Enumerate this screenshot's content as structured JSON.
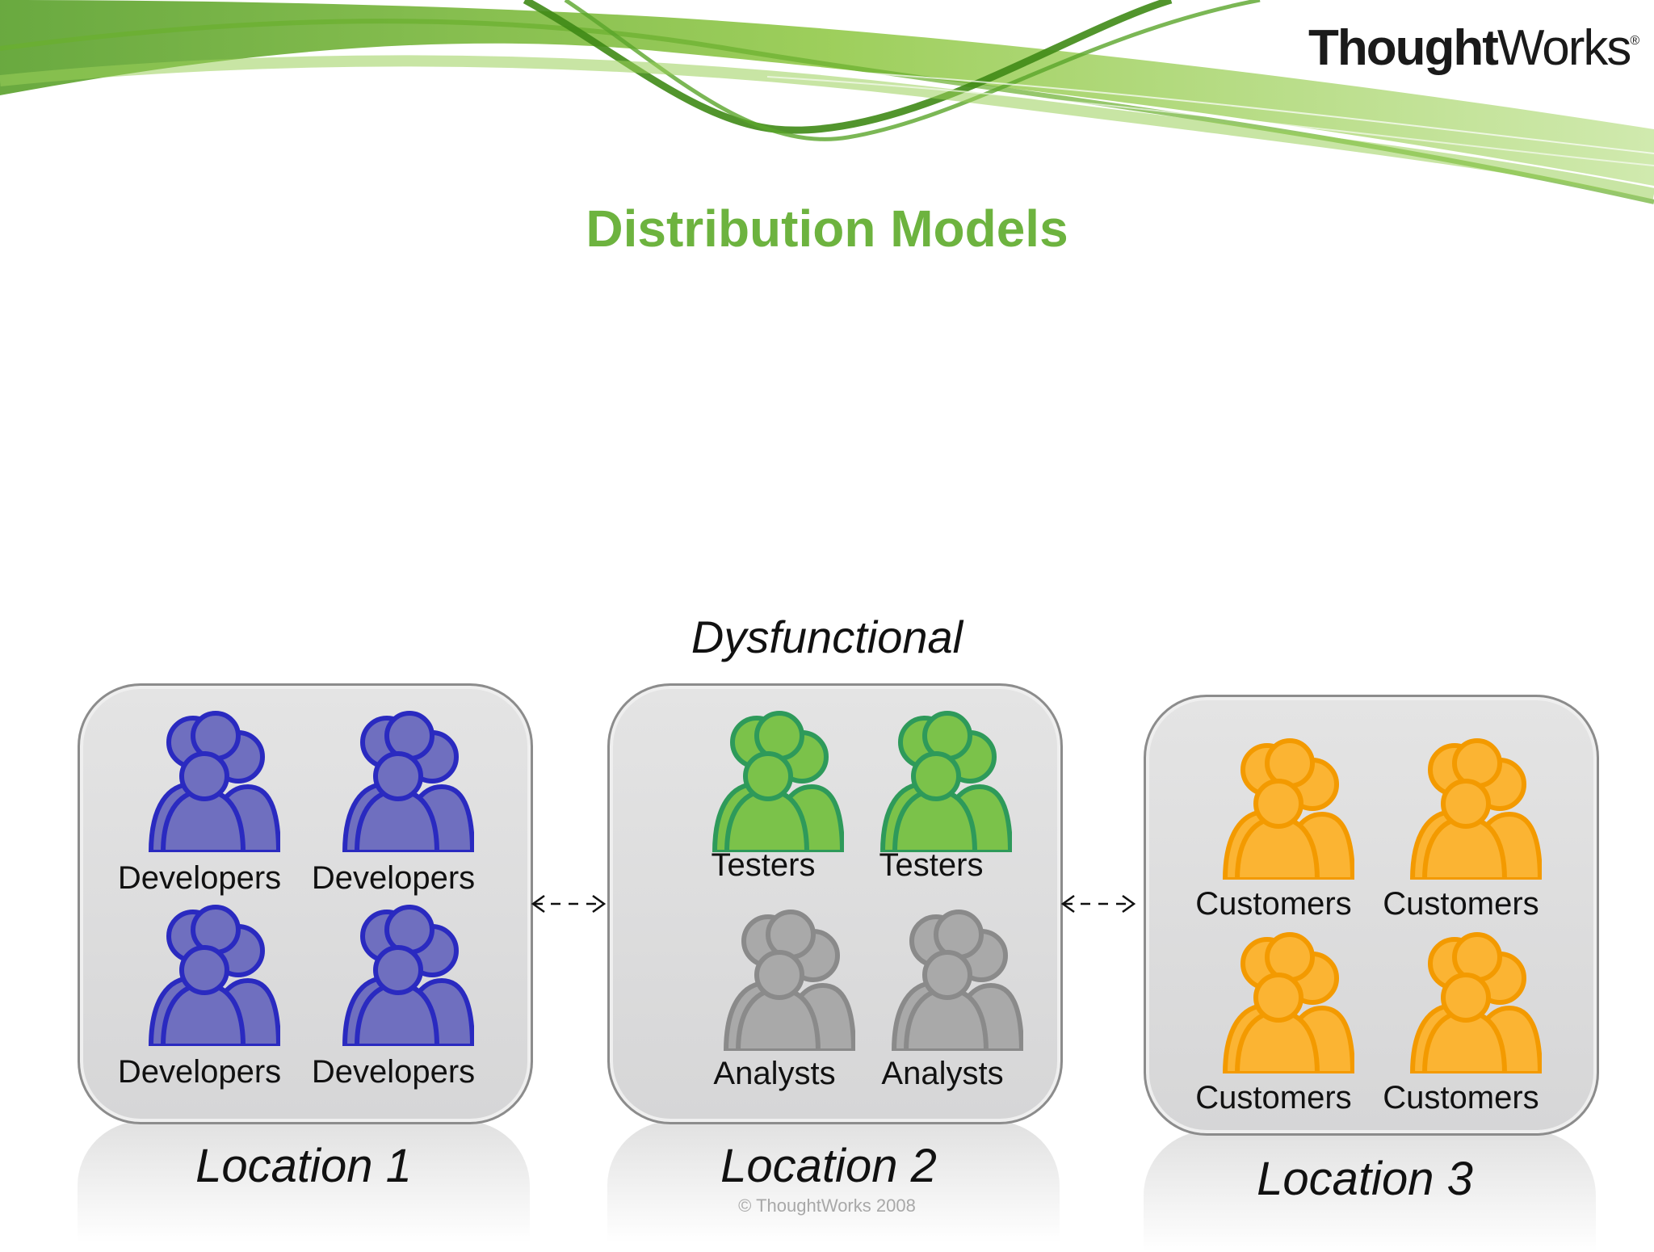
{
  "brand": {
    "logo_bold": "Thought",
    "logo_light": "Works",
    "registered": "®"
  },
  "slide": {
    "title": "Distribution Models",
    "subtitle": "Dysfunctional",
    "copyright": "© ThoughtWorks 2008"
  },
  "colors": {
    "developers": "#6f6fbf",
    "testers": "#7bc24a",
    "analysts": "#a9a9a9",
    "customers": "#fbb433",
    "title": "#6db33f"
  },
  "locations": [
    {
      "name": "Location 1",
      "groups": [
        "Developers",
        "Developers",
        "Developers",
        "Developers"
      ],
      "icon": "people-group-icon"
    },
    {
      "name": "Location 2",
      "groups": [
        "Testers",
        "Testers",
        "Analysts",
        "Analysts"
      ],
      "icon": "people-group-icon"
    },
    {
      "name": "Location 3",
      "groups": [
        "Customers",
        "Customers",
        "Customers",
        "Customers"
      ],
      "icon": "people-group-icon"
    }
  ]
}
